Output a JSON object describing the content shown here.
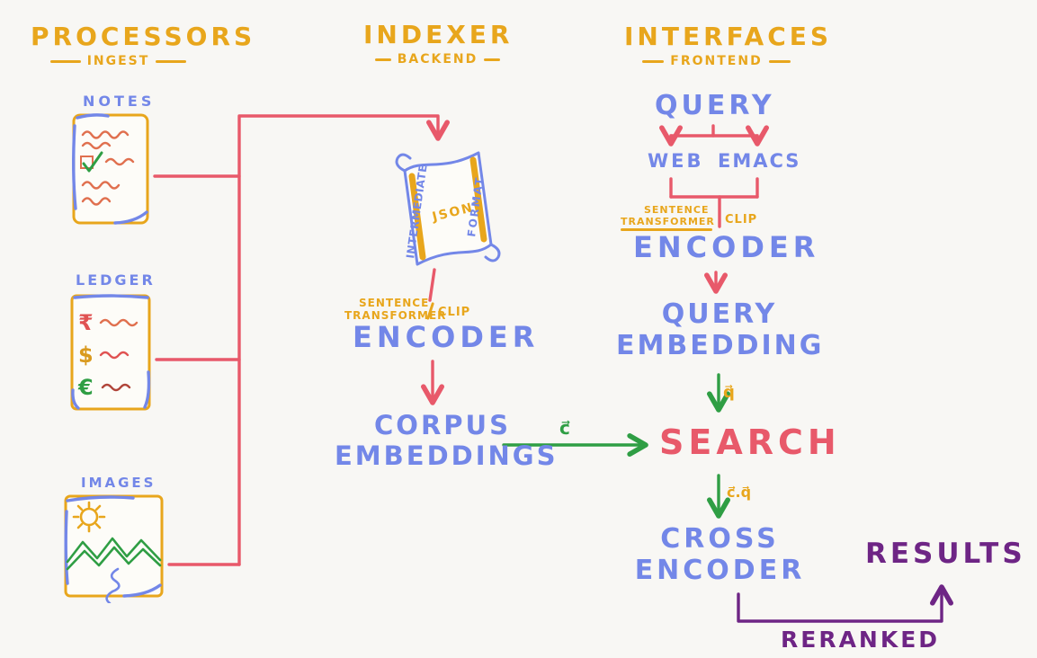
{
  "colors": {
    "background": "#f8f7f4",
    "yellow": "#e8a61c",
    "blue": "#7387e8",
    "red": "#e8596a",
    "green": "#2f9e44",
    "purple": "#6e2585"
  },
  "headers": {
    "processors": {
      "title": "PROCESSORS",
      "subtitle": "INGEST"
    },
    "indexer": {
      "title": "INDEXER",
      "subtitle": "BACKEND"
    },
    "interfaces": {
      "title": "INTERFACES",
      "subtitle": "FRONTEND"
    }
  },
  "processors": {
    "notes_label": "NOTES",
    "ledger_label": "LEDGER",
    "ledger_currencies": [
      "₹",
      "$",
      "€"
    ],
    "images_label": "IMAGES"
  },
  "indexer": {
    "scroll": {
      "left_text": "INTERMEDIATE",
      "center_text": "JSONL",
      "right_text": "FORMAT"
    },
    "model": {
      "line1": "SENTENCE",
      "line2": "TRANSFORMER",
      "clip": "CLIP"
    },
    "encoder": "ENCODER",
    "corpus": {
      "line1": "CORPUS",
      "line2": "EMBEDDINGS"
    }
  },
  "interfaces": {
    "query": "QUERY",
    "web": "WEB",
    "emacs": "EMACS",
    "model": {
      "line1": "SENTENCE",
      "line2": "TRANSFORMER",
      "clip": "CLIP"
    },
    "encoder": "ENCODER",
    "query_embedding": {
      "line1": "QUERY",
      "line2": "EMBEDDING"
    },
    "search": "SEARCH",
    "cross_encoder": {
      "line1": "CROSS",
      "line2": "ENCODER"
    },
    "results": "RESULTS",
    "reranked": "RERANKED"
  },
  "arrow_labels": {
    "corpus_vector": "c⃗",
    "query_vector": "q⃗",
    "similarity": "c⃗.q⃗"
  }
}
